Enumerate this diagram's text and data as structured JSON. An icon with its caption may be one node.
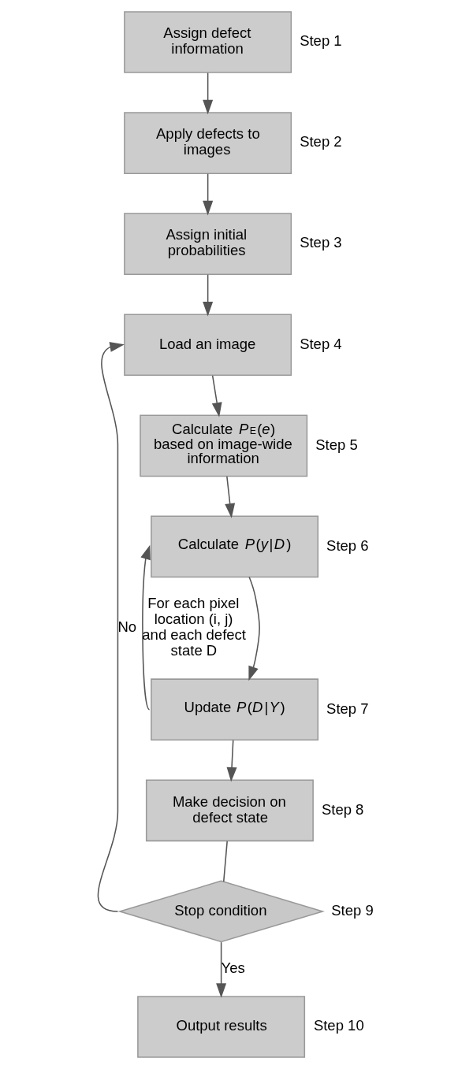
{
  "diagram": {
    "nodes": [
      {
        "text": [
          "Assign defect information"
        ],
        "beside": [
          "Step 1"
        ]
      },
      {
        "text": [
          "Apply defects to images"
        ],
        "beside": [
          "Step 2"
        ]
      },
      {
        "text": [
          "Assign initial probabilities"
        ],
        "beside": [
          "Step 3"
        ]
      },
      {
        "text": [
          "Load an image"
        ],
        "beside": [
          "Step 4"
        ]
      },
      {
        "text": [
          "Calculate *P*$_{E}$(*e*) based on image-wide information"
        ],
        "beside": [
          "Step 5"
        ]
      },
      {
        "text": [
          "Calculate *P*(*y*|*D*)"
        ],
        "beside": [
          "Step 6"
        ]
      },
      {
        "text": [
          "Update *P*(*D*|*Y*)"
        ],
        "beside": [
          "Step 7"
        ]
      },
      {
        "text": [
          "Make decision on defect state"
        ],
        "beside": [
          "Step 8"
        ]
      },
      {
        "text": [
          "Stop condition"
        ],
        "beside": [
          "Step 9"
        ]
      },
      {
        "text": [
          "Output results"
        ],
        "beside": [
          "Step 10"
        ]
      }
    ],
    "edges": [
      {
        "from": 0,
        "to": 1,
        "arrow": "to"
      },
      {
        "from": 1,
        "to": 2,
        "arrow": "to"
      },
      {
        "from": 2,
        "to": 3,
        "arrow": "to"
      },
      {
        "from": 3,
        "to": 4,
        "arrow": "to"
      },
      {
        "from": 4,
        "to": 5,
        "arrow": "to"
      },
      {
        "from": 5,
        "to": 6,
        "arrow": "to"
      },
      {
        "from": 6,
        "to": 5,
        "arrow": "to",
        "label": "For each pixel location (i, j) and each defect state D"
      },
      {
        "from": 6,
        "to": 7,
        "arrow": "to"
      },
      {
        "from": 7,
        "to": 8,
        "arrow": "none"
      },
      {
        "from": 8,
        "to": 3,
        "arrow": "to",
        "label": "No"
      },
      {
        "from": 8,
        "to": 9,
        "arrow": "to",
        "label": "Yes"
      }
    ]
  }
}
